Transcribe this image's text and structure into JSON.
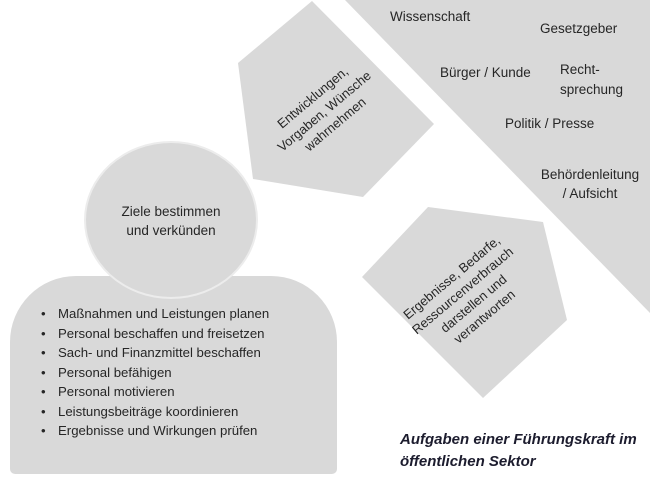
{
  "figure": {
    "caption_lines": [
      "Aufgaben einer Führungskraft im",
      "öffentlichen Sektor"
    ]
  },
  "environment": {
    "wissenschaft": "Wissenschaft",
    "gesetzgeber": "Gesetzgeber",
    "buerger_kunde": "Bürger / Kunde",
    "rechtsprechung_lines": [
      "Recht-",
      "sprechung"
    ],
    "politik_presse": "Politik / Presse",
    "behoerdenleitung_lines": [
      "Behördenleitung",
      "/ Aufsicht"
    ]
  },
  "perceive_arrow": {
    "lines": [
      "Entwicklungen,",
      "Vorgaben, Wünsche",
      "wahrnehmen"
    ]
  },
  "report_arrow": {
    "lines": [
      "Ergebnisse, Bedarfe,",
      "Ressourcenverbrauch",
      "darstellen und",
      "verantworten"
    ]
  },
  "leader": {
    "bullet": "•",
    "head_lines": [
      "Ziele bestimmen",
      "und verkünden"
    ],
    "tasks": [
      "Maßnahmen und Leistungen planen",
      "Personal beschaffen und freisetzen",
      "Sach- und Finanzmittel beschaffen",
      "Personal befähigen",
      "Personal motivieren",
      "Leistungsbeiträge koordinieren",
      "Ergebnisse und Wirkungen prüfen"
    ]
  },
  "colors": {
    "shape_fill": "#d9d9d9",
    "text": "#262626",
    "caption_text": "#1c1c2e",
    "background": "#ffffff"
  }
}
